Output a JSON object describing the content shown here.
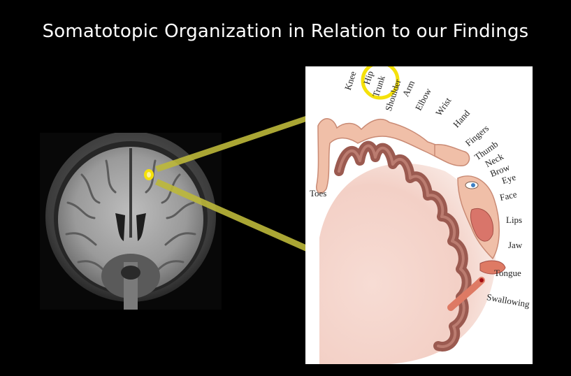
{
  "slide": {
    "title": "Somatotopic Organization in Relation to our Findings"
  },
  "homunculus": {
    "labels": {
      "knee": "Knee",
      "hip": "Hip",
      "trunk": "Trunk",
      "shoulder": "Shoulder",
      "arm": "Arm",
      "elbow": "Elbow",
      "wrist": "Wrist",
      "hand": "Hand",
      "fingers": "Fingers",
      "thumb": "Thumb",
      "neck": "Neck",
      "brow": "Brow",
      "eye": "Eye",
      "face": "Face",
      "lips": "Lips",
      "jaw": "Jaw",
      "tongue": "Tongue",
      "swallowing": "Swallowing",
      "toes": "Toes"
    }
  },
  "colors": {
    "highlight": "#f5e10a",
    "connector": "#bdb83a",
    "cortex": "#9b5a50",
    "skin": "#f0bfa8"
  }
}
